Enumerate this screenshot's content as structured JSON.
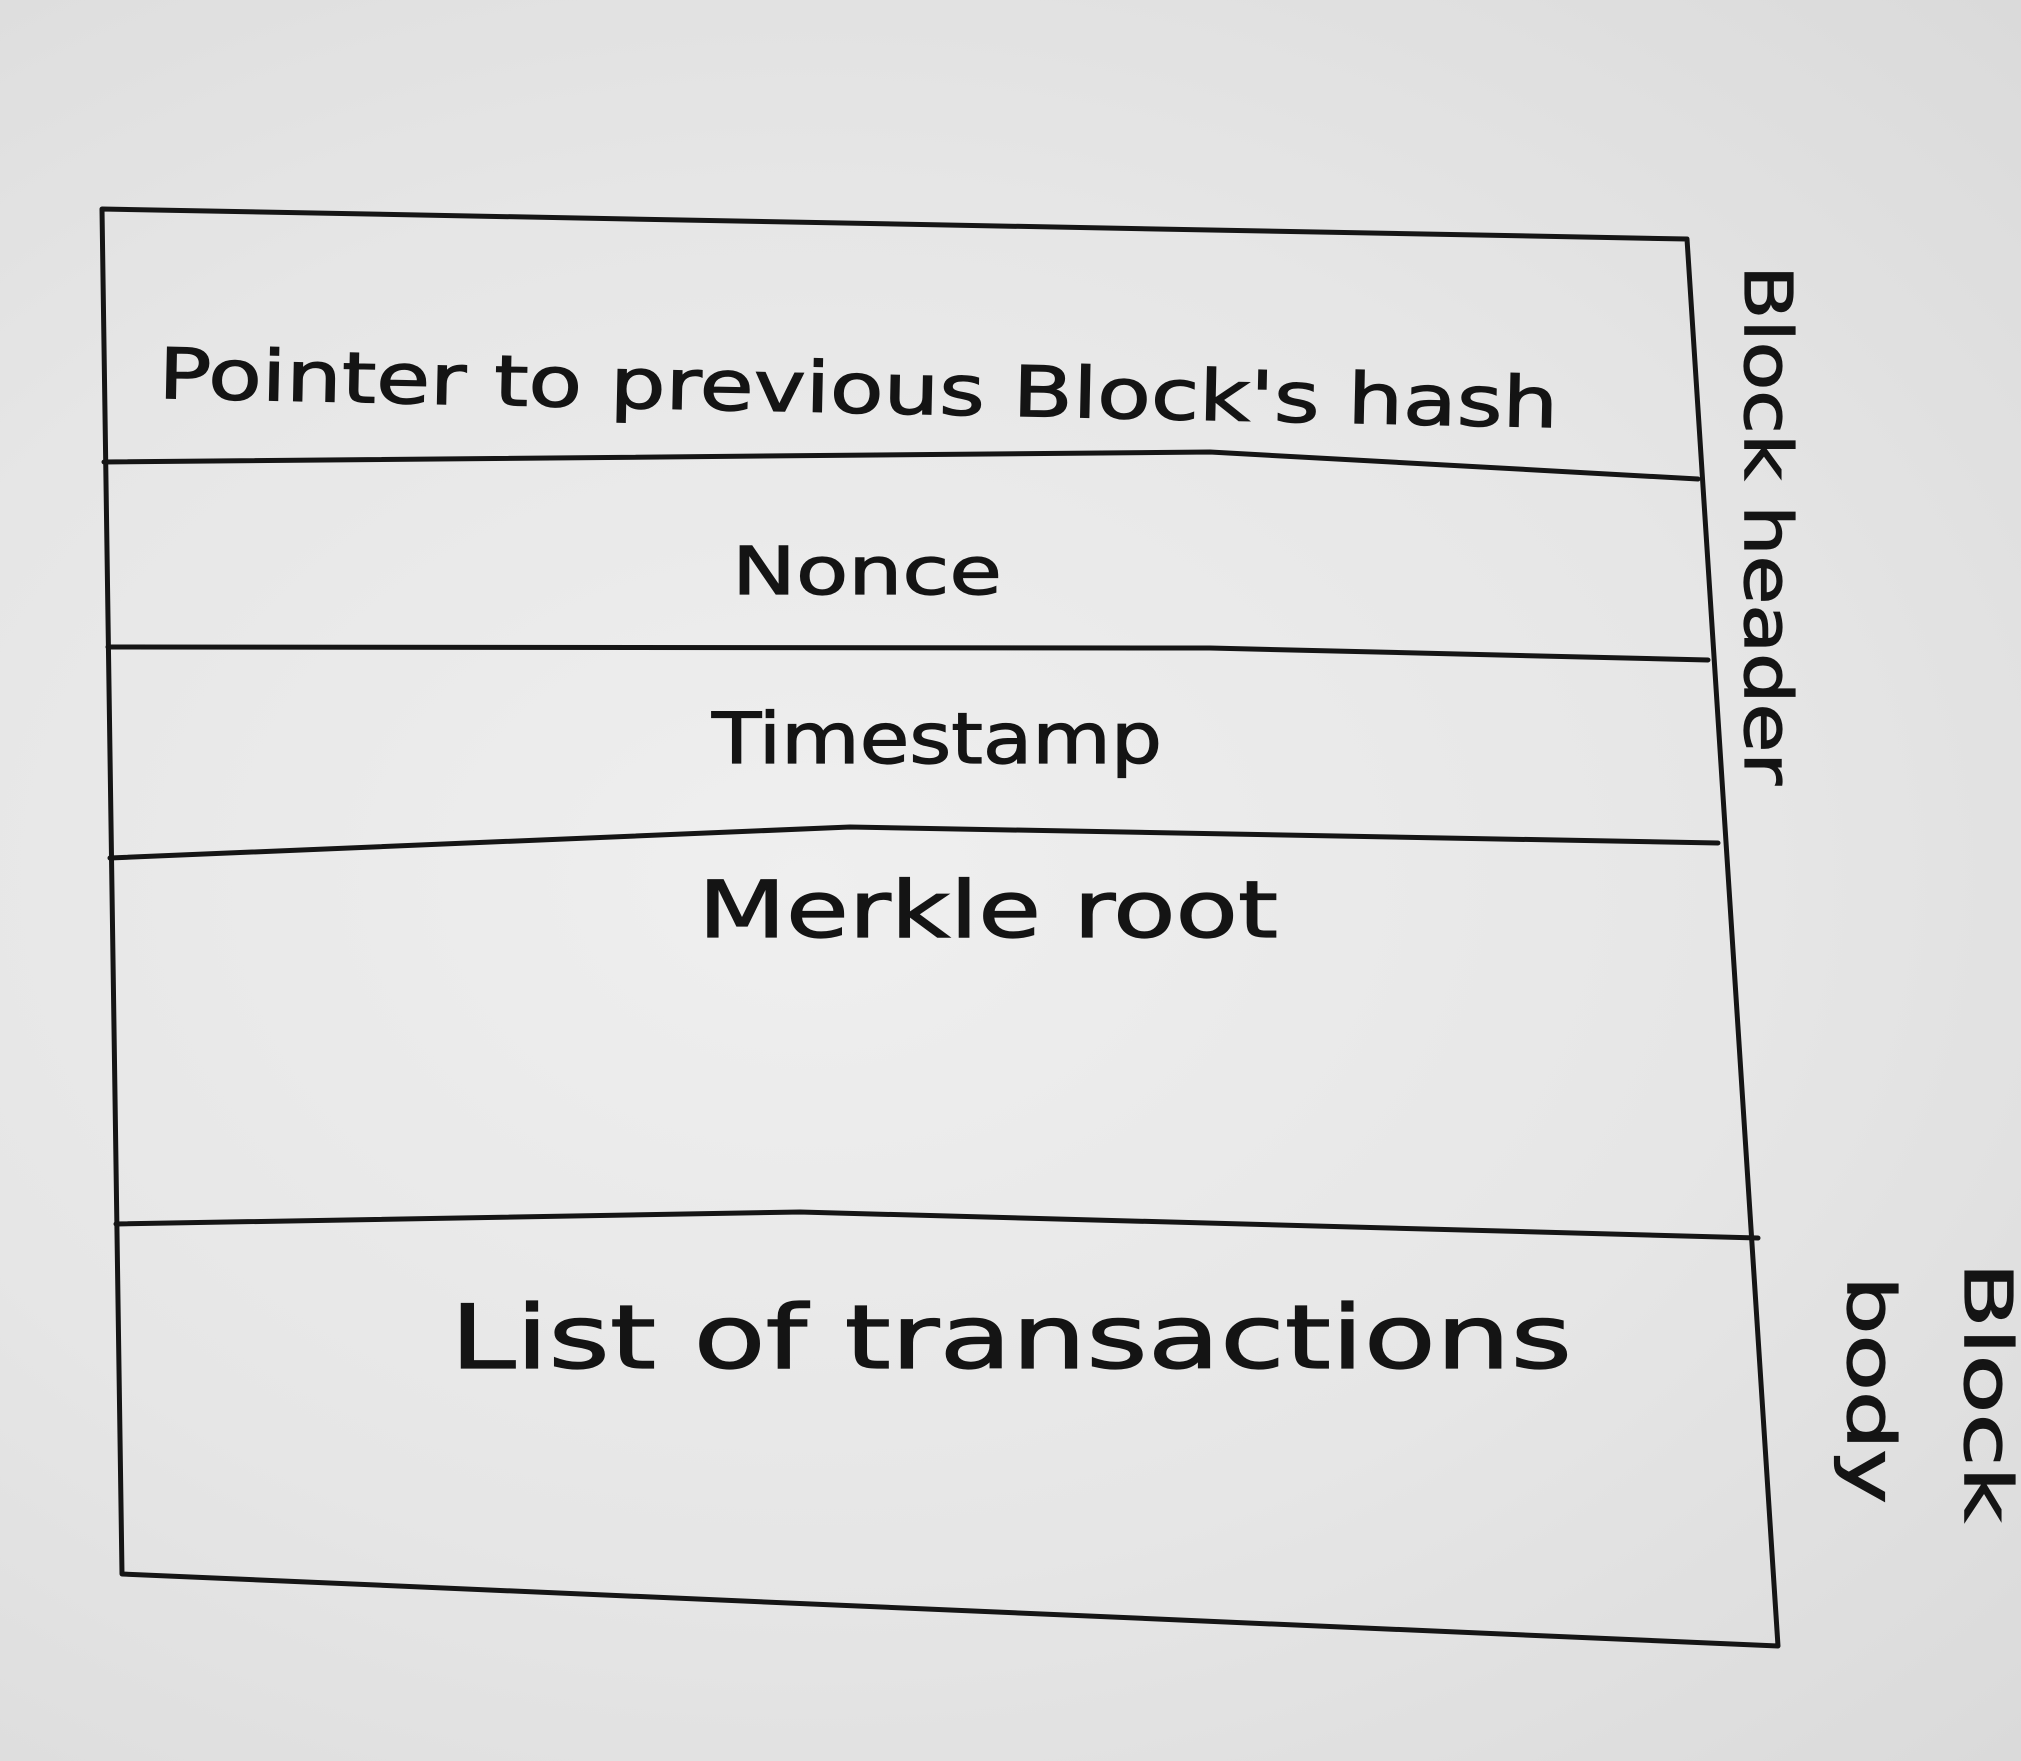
{
  "diagram": {
    "fields": {
      "prev_hash": "Pointer to previous Block's hash",
      "nonce": "Nonce",
      "timestamp": "Timestamp",
      "merkle_root": "Merkle root",
      "transactions": "List of transactions"
    },
    "side_labels": {
      "header": "Block header",
      "body_line1": "Block",
      "body_line2": "body"
    }
  }
}
